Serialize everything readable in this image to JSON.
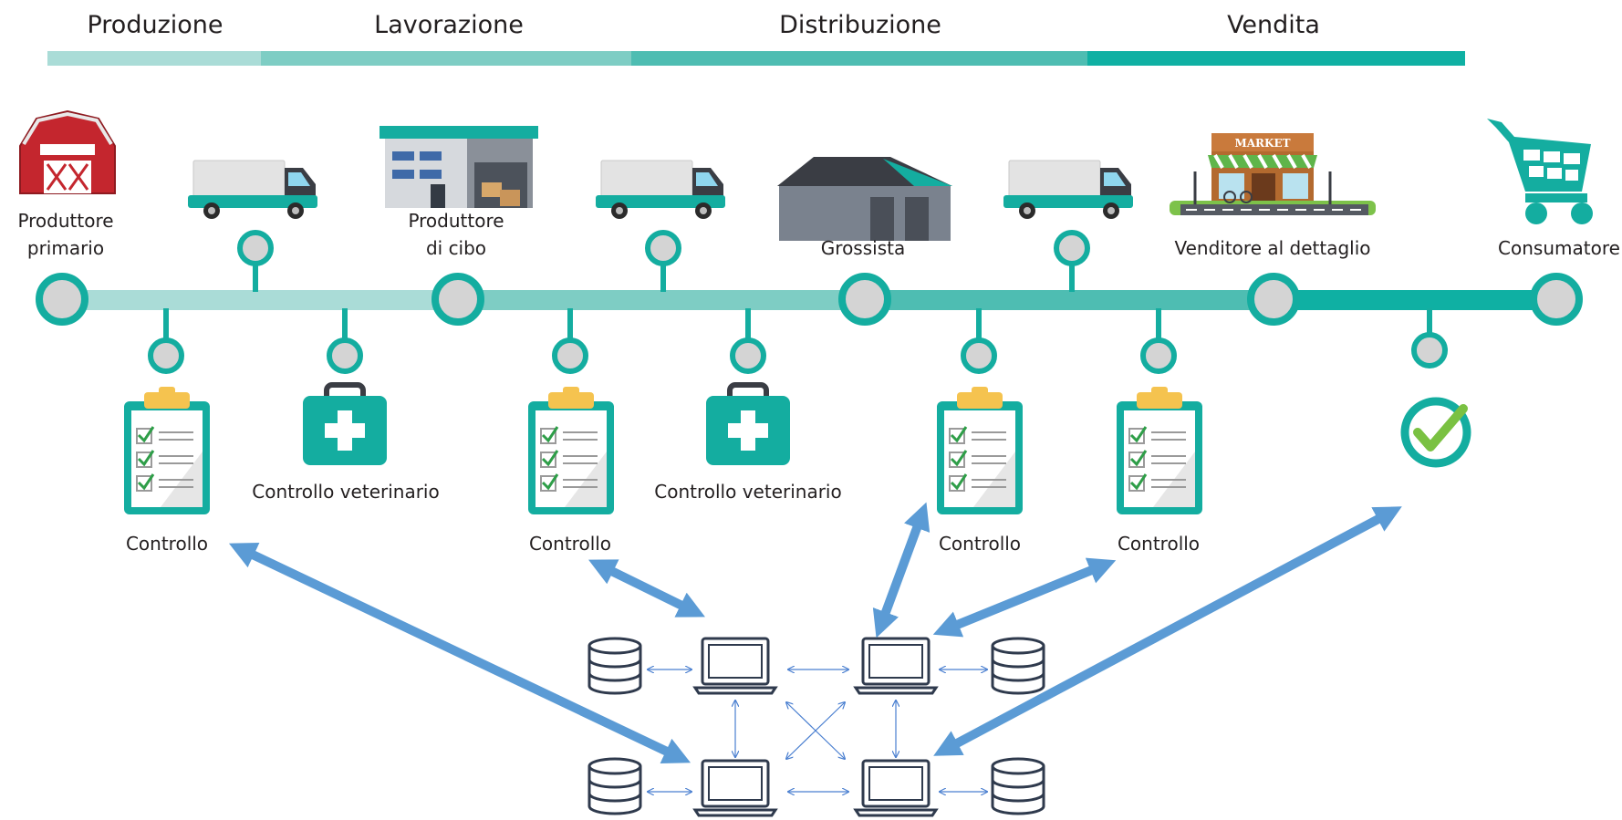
{
  "phases": [
    {
      "label": "Produzione",
      "color": "#aadcd7"
    },
    {
      "label": "Lavorazione",
      "color": "#7ecdc4"
    },
    {
      "label": "Distribuzione",
      "color": "#4ebdb2"
    },
    {
      "label": "Vendita",
      "color": "#0fb0a3"
    }
  ],
  "actors": {
    "primary_producer": {
      "line1": "Produttore",
      "line2": "primario"
    },
    "food_producer": {
      "line1": "Produttore",
      "line2": "di cibo"
    },
    "wholesaler": "Grossista",
    "retailer": "Venditore al dettaglio",
    "consumer": "Consumatore"
  },
  "market_sign": "MARKET",
  "checks": {
    "control_label": "Controllo",
    "vet_label": "Controllo veterinario"
  },
  "colors": {
    "teal": "#14ada0",
    "node_fill": "#d4d4d4",
    "arrow_blue": "#5b9bd5",
    "network_line": "#2f3a4d",
    "barn_red": "#c4262e",
    "check_green": "#7ac142"
  },
  "icons": [
    "barn-icon",
    "truck-icon",
    "factory-icon",
    "warehouse-icon",
    "market-icon",
    "cart-icon",
    "clipboard-icon",
    "medical-kit-icon",
    "checkmark-icon",
    "database-icon",
    "laptop-icon"
  ]
}
